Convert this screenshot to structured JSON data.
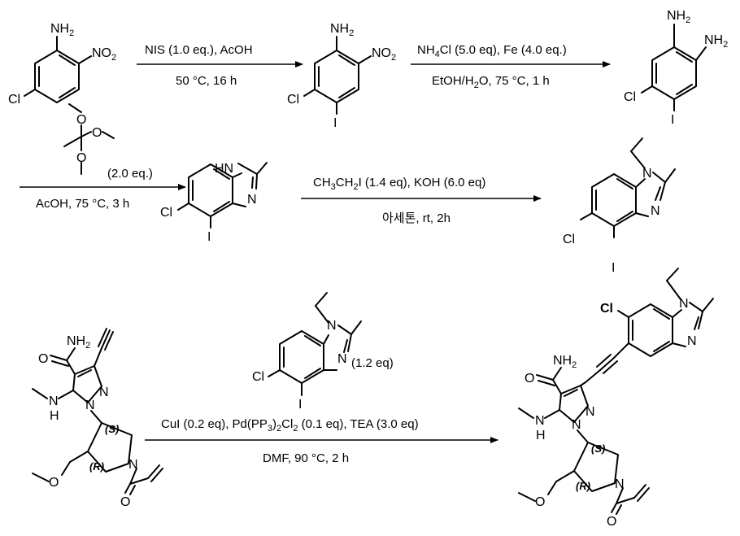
{
  "step1": {
    "above": "NIS (1.0 eq.), AcOH",
    "below": "50 °C, 16 h"
  },
  "step2": {
    "above_nh4cl": "NH",
    "above_nh4cl_sub": "4",
    "above_rest": "Cl (5.0 eq), Fe (4.0 eq.)",
    "below_pre": "EtOH/H",
    "below_sub": "2",
    "below_post": "O, 75 °C, 1 h"
  },
  "step3": {
    "equiv": "(2.0 eq.)",
    "below": "AcOH, 75 °C, 3 h"
  },
  "step4": {
    "above_a": "CH",
    "above_a_sub": "3",
    "above_b": "CH",
    "above_b_sub": "2",
    "above_c": "I (1.4 eq), KOH (6.0 eq)",
    "below": "아세톤, rt, 2h"
  },
  "step5": {
    "equiv": "(1.2 eq)",
    "above_a": "CuI (0.2 eq), Pd(PP",
    "above_a_sub1": "3",
    "above_b": ")",
    "above_b_sub2": "2",
    "above_c": "Cl",
    "above_c_sub3": "2",
    "above_d": " (0.1 eq), TEA (3.0 eq)",
    "below": "DMF, 90 °C, 2 h"
  },
  "atoms": {
    "nh2": "NH",
    "sub2": "2",
    "no2": "NO",
    "cl": "Cl",
    "i": "I",
    "o": "O",
    "n": "N",
    "h": "H",
    "nh": "HN",
    "stereo_s": "(S)",
    "stereo_r": "(R)"
  }
}
